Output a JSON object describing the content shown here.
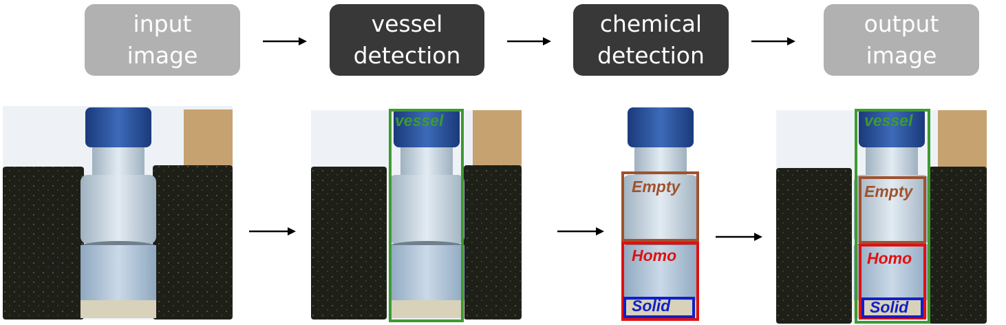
{
  "pipeline": {
    "steps": [
      {
        "label": "input\nimage",
        "style": "light"
      },
      {
        "label": "vessel\ndetection",
        "style": "dark"
      },
      {
        "label": "chemical\ndetection",
        "style": "dark"
      },
      {
        "label": "output\nimage",
        "style": "light"
      }
    ]
  },
  "detections": {
    "vessel": "vessel",
    "empty": "Empty",
    "homo": "Homo",
    "solid": "Solid"
  },
  "colors": {
    "box_light": "#b1b1b1",
    "box_dark": "#383838",
    "vessel": "#3d9a2f",
    "empty": "#a0522d",
    "homo": "#e01010",
    "solid": "#1020c8"
  }
}
